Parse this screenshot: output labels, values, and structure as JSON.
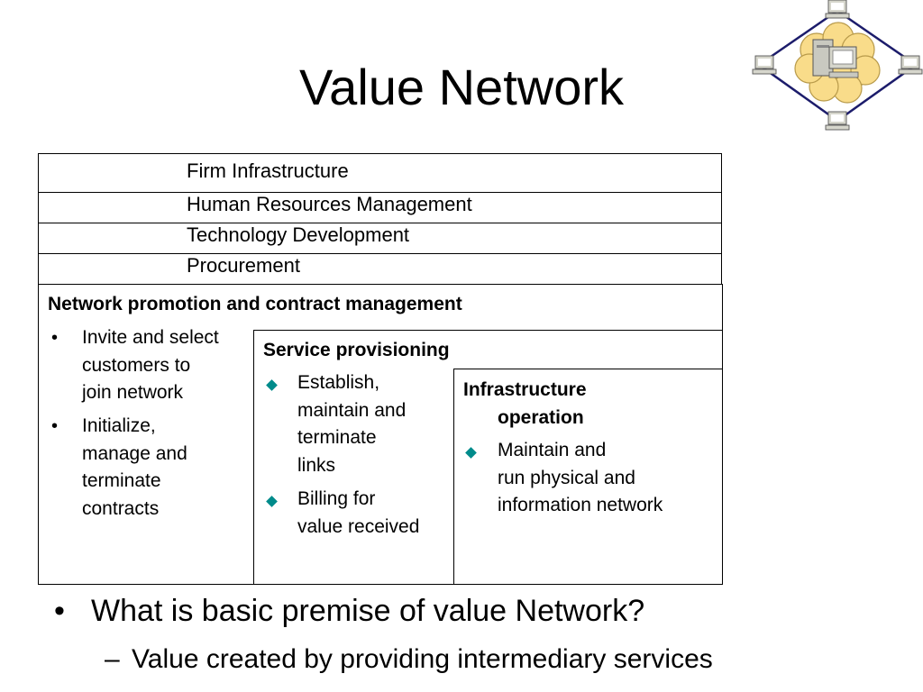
{
  "title": "Value Network",
  "icon": "network-computers-icon",
  "support_activities": [
    "Firm Infrastructure",
    "Human Resources Management",
    "Technology Development",
    "Procurement"
  ],
  "network_promotion": {
    "heading": "Network promotion and contract management",
    "items": [
      [
        "Invite and select",
        "customers to",
        "join network"
      ],
      [
        "Initialize,",
        "manage and",
        "terminate",
        "contracts"
      ]
    ]
  },
  "service_provisioning": {
    "heading": "Service provisioning",
    "items": [
      [
        "Establish,",
        "maintain and",
        "terminate",
        "links"
      ],
      [
        "Billing for",
        "value received"
      ]
    ]
  },
  "infrastructure_operation": {
    "heading": [
      "Infrastructure",
      "operation"
    ],
    "items": [
      [
        "Maintain and",
        "run physical and",
        "information network"
      ]
    ]
  },
  "bullets": {
    "question_bullet": "•",
    "question": "What is basic premise of value Network?",
    "answer_dash": "–",
    "answer": "Value created by providing intermediary services"
  },
  "colors": {
    "diamond_bullet": "#008b8b",
    "cloud": "#f9dc8a",
    "links": "#1c1c6b"
  }
}
